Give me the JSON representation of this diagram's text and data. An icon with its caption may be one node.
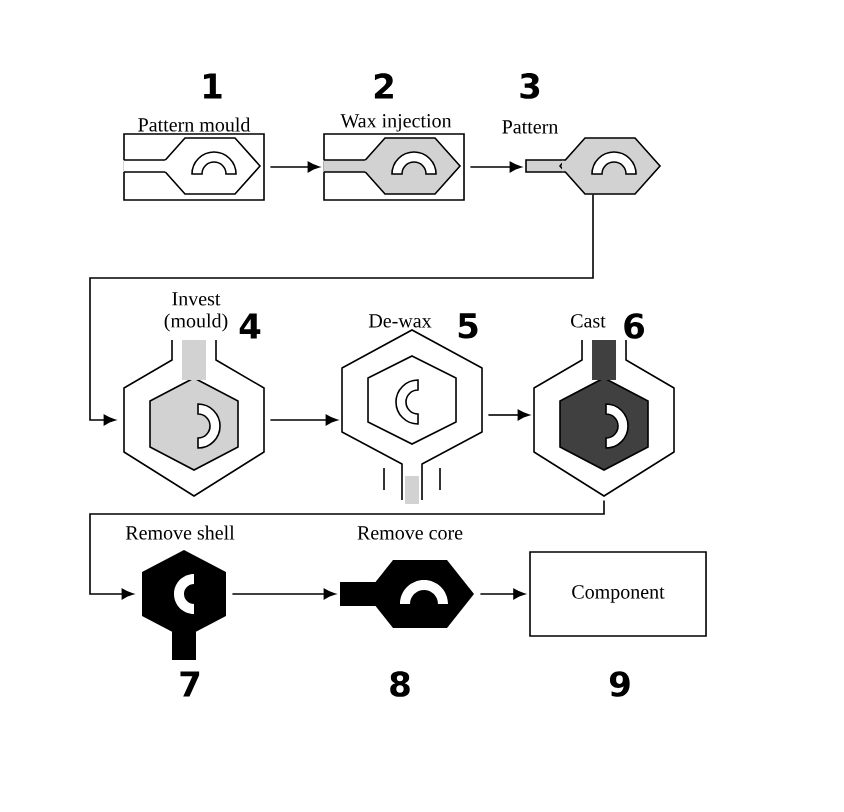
{
  "diagram": {
    "nodes": [
      {
        "text": [
          "Pattern mould"
        ],
        "beside": [
          "1"
        ]
      },
      {
        "text": [
          "Wax injection"
        ],
        "beside": [
          "2"
        ]
      },
      {
        "text": [
          "Pattern"
        ],
        "beside": [
          "3"
        ]
      },
      {
        "text": [
          "Invest (mould)",
          "4"
        ]
      },
      {
        "text": [
          "De-wax",
          "5"
        ]
      },
      {
        "text": [
          "Cast",
          "6"
        ]
      },
      {
        "text": [
          "Remove shell"
        ],
        "beside": [
          "7"
        ]
      },
      {
        "text": [
          "Remove core"
        ],
        "beside": [
          "8"
        ]
      },
      {
        "text": [
          "Component"
        ],
        "beside": [
          "9"
        ]
      }
    ],
    "edges": [
      {
        "from": 0,
        "to": 1,
        "arrow": "to"
      },
      {
        "from": 1,
        "to": 2,
        "arrow": "to"
      },
      {
        "from": 2,
        "to": 3,
        "arrow": "to"
      },
      {
        "from": 3,
        "to": 4,
        "arrow": "to"
      },
      {
        "from": 4,
        "to": 5,
        "arrow": "to"
      },
      {
        "from": 5,
        "to": 6,
        "arrow": "to"
      },
      {
        "from": 6,
        "to": 7,
        "arrow": "to"
      },
      {
        "from": 7,
        "to": 8,
        "arrow": "to"
      }
    ]
  }
}
